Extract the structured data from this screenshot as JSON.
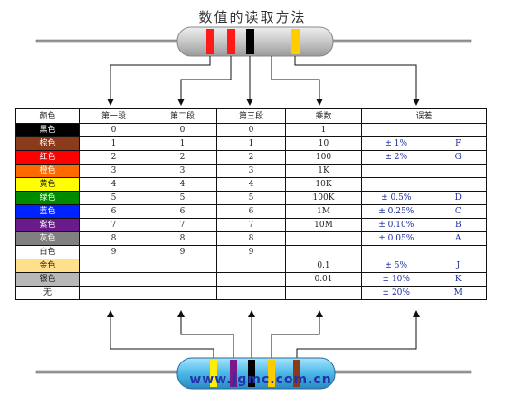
{
  "title": "数值的读取方法",
  "watermark": "www.jgmc.com.cn",
  "headers": [
    "颜色",
    "第一段",
    "第二段",
    "第三段",
    "乘数",
    "误差"
  ],
  "rows": [
    {
      "color_name": "黑色",
      "swatch": "#000000",
      "d1": "0",
      "d2": "0",
      "d3": "0",
      "mult": "1",
      "tol": "",
      "code": ""
    },
    {
      "color_name": "棕色",
      "swatch": "#8b3a1a",
      "d1": "1",
      "d2": "1",
      "d3": "1",
      "mult": "10",
      "tol": "± 1%",
      "code": "F"
    },
    {
      "color_name": "红色",
      "swatch": "#ff0000",
      "d1": "2",
      "d2": "2",
      "d3": "2",
      "mult": "100",
      "tol": "± 2%",
      "code": "G"
    },
    {
      "color_name": "橙色",
      "swatch": "#ff6a00",
      "d1": "3",
      "d2": "3",
      "d3": "3",
      "mult": "1K",
      "tol": "",
      "code": ""
    },
    {
      "color_name": "黄色",
      "swatch": "#ffff00",
      "d1": "4",
      "d2": "4",
      "d3": "4",
      "mult": "10K",
      "tol": "",
      "code": ""
    },
    {
      "color_name": "绿色",
      "swatch": "#008a00",
      "d1": "5",
      "d2": "5",
      "d3": "5",
      "mult": "100K",
      "tol": "± 0.5%",
      "code": "D"
    },
    {
      "color_name": "蓝色",
      "swatch": "#0022ff",
      "d1": "6",
      "d2": "6",
      "d3": "6",
      "mult": "1M",
      "tol": "± 0.25%",
      "code": "C"
    },
    {
      "color_name": "紫色",
      "swatch": "#6a1a8a",
      "d1": "7",
      "d2": "7",
      "d3": "7",
      "mult": "10M",
      "tol": "± 0.10%",
      "code": "B"
    },
    {
      "color_name": "灰色",
      "swatch": "#808080",
      "d1": "8",
      "d2": "8",
      "d3": "8",
      "mult": "",
      "tol": "± 0.05%",
      "code": "A"
    },
    {
      "color_name": "白色",
      "swatch": "#ffffff",
      "d1": "9",
      "d2": "9",
      "d3": "9",
      "mult": "",
      "tol": "",
      "code": ""
    },
    {
      "color_name": "金色",
      "swatch": "#ffe08a",
      "d1": "",
      "d2": "",
      "d3": "",
      "mult": "0.1",
      "tol": "± 5%",
      "code": "J"
    },
    {
      "color_name": "银色",
      "swatch": "#b8b8b8",
      "d1": "",
      "d2": "",
      "d3": "",
      "mult": "0.01",
      "tol": "± 10%",
      "code": "K"
    },
    {
      "color_name": "无",
      "swatch": "#ffffff",
      "d1": "",
      "d2": "",
      "d3": "",
      "mult": "",
      "tol": "± 20%",
      "code": "M"
    }
  ],
  "top_resistor": {
    "body_color": "#c8c8c8",
    "bands": [
      "#ff1a1a",
      "#ff1a1a",
      "#000000",
      "#ffcc00"
    ]
  },
  "bottom_resistor": {
    "body_color": "#4ab8e8",
    "bands": [
      "#ffee00",
      "#7a1a8a",
      "#000000",
      "#ffcc00",
      "#8b3a1a"
    ]
  }
}
